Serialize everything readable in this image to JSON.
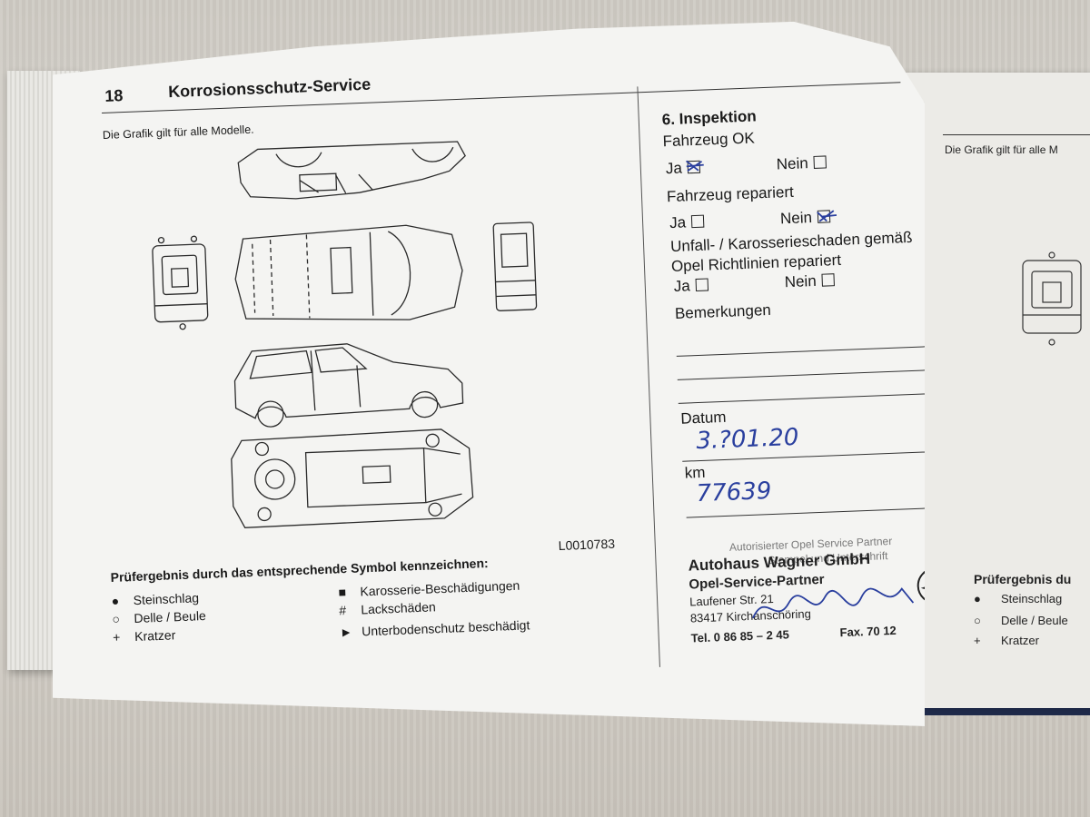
{
  "manual_page": {
    "page_number": "18",
    "section_title": "Korrosionsschutz-Service",
    "grafik_note": "Die Grafik gilt für alle Modelle.",
    "image_code": "L0010783",
    "instruction": "Prüfergebnis durch das entsprechende Symbol kennzeichnen:",
    "legend_left": [
      {
        "symbol": "●",
        "label": "Steinschlag"
      },
      {
        "symbol": "○",
        "label": "Delle / Beule"
      },
      {
        "symbol": "+",
        "label": "Kratzer"
      }
    ],
    "legend_right": [
      {
        "symbol": "■",
        "label": "Karosserie-Beschädigungen"
      },
      {
        "symbol": "#",
        "label": "Lackschäden"
      },
      {
        "symbol": "►",
        "label": "Unterbodenschutz beschädigt"
      }
    ]
  },
  "inspection": {
    "title": "6. Inspektion",
    "vehicle_ok": "Fahrzeug OK",
    "vehicle_repaired": "Fahrzeug repariert",
    "accident_damage_1": "Unfall- / Karosserieschaden gemäß",
    "accident_damage_2": "Opel Richtlinien repariert",
    "yes_label": "Ja",
    "no_label": "Nein",
    "remarks_label": "Bemerkungen",
    "date_label": "Datum",
    "date_value": "3.?01.20",
    "km_label": "km",
    "km_value": "77639"
  },
  "dealer_stamp": {
    "authorized_text": "Autorisierter Opel Service Partner",
    "stamp_signature_text": "Stempel und Unterschrift",
    "company_name": "Autohaus Wagner GmbH",
    "partner_line": "Opel-Service-Partner",
    "street": "Laufener Str. 21",
    "city": "83417 Kirchanschöring",
    "phone": "Tel. 0 86 85 – 2 45",
    "fax": "Fax. 70 12"
  },
  "right_page": {
    "grafik_note": "Die Grafik gilt für alle M",
    "instruction_partial": "Prüfergebnis du",
    "legend": [
      {
        "symbol": "●",
        "label": "Steinschlag"
      },
      {
        "symbol": "○",
        "label": "Delle / Beule"
      },
      {
        "symbol": "+",
        "label": "Kratzer"
      }
    ]
  },
  "colors": {
    "paper": "#f4f4f2",
    "ink_blue": "#2a3f9e",
    "table": "#d8d4cd",
    "book_cover": "#1f2a4a"
  }
}
